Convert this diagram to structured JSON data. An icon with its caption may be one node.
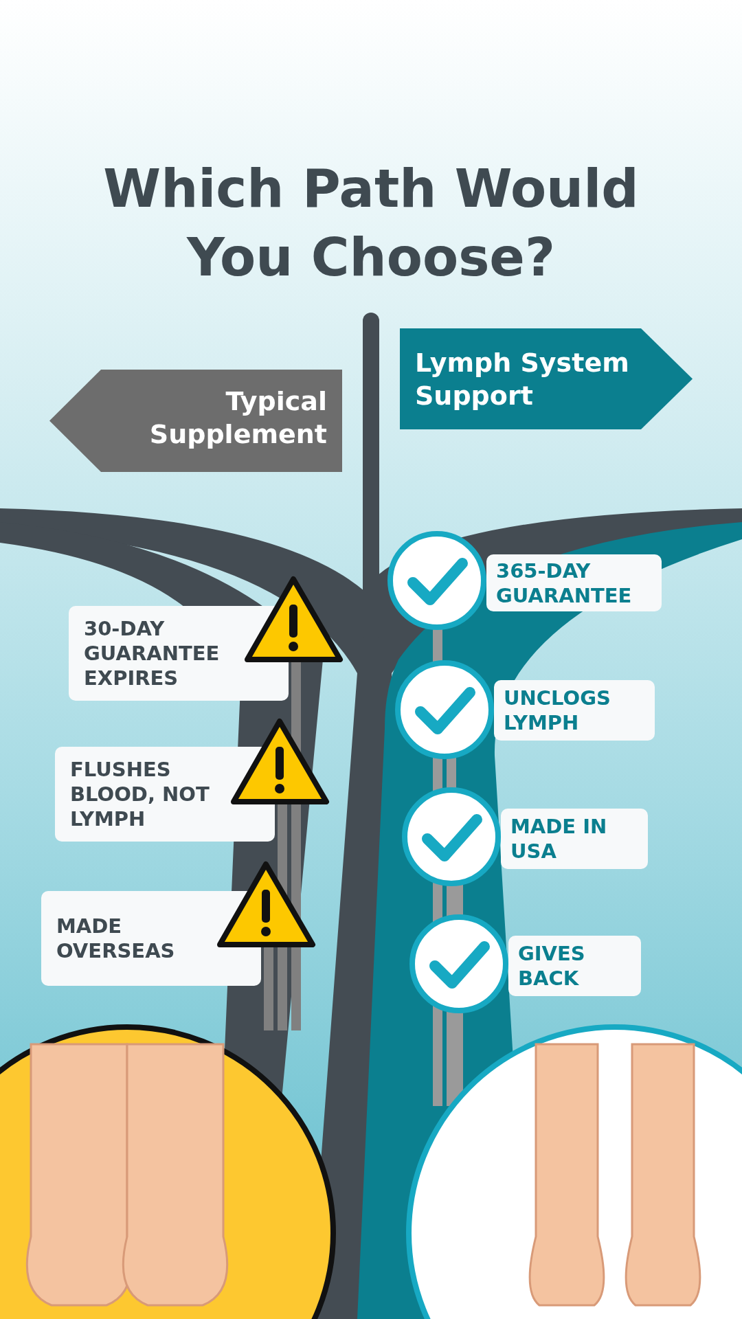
{
  "diagram": {
    "title": "Which Path Would You Choose?",
    "nodes": [
      {
        "text": [
          "Typical Supplement"
        ]
      },
      {
        "text": [
          "Lymph System Support"
        ]
      },
      {
        "text": [
          "30-DAY GUARANTEE EXPIRES"
        ]
      },
      {
        "text": [
          "FLUSHES BLOOD, NOT LYMPH"
        ]
      },
      {
        "text": [
          "MADE OVERSEAS"
        ]
      },
      {
        "text": [
          "365-DAY GUARANTEE"
        ]
      },
      {
        "text": [
          "UNCLOGS LYMPH"
        ]
      },
      {
        "text": [
          "MADE IN USA"
        ]
      },
      {
        "text": [
          "GIVES BACK"
        ]
      }
    ]
  }
}
